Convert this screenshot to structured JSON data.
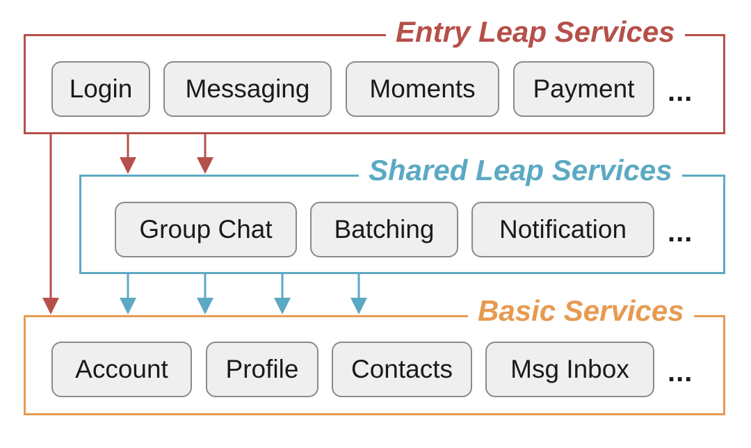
{
  "colors": {
    "entry": "#b5504a",
    "shared": "#5ca9c3",
    "basic": "#e79a50"
  },
  "entry": {
    "title": "Entry Leap Services",
    "services": [
      "Login",
      "Messaging",
      "Moments",
      "Payment"
    ],
    "more": "..."
  },
  "shared": {
    "title": "Shared Leap Services",
    "services": [
      "Group Chat",
      "Batching",
      "Notification"
    ],
    "more": "..."
  },
  "basic": {
    "title": "Basic Services",
    "services": [
      "Account",
      "Profile",
      "Contacts",
      "Msg Inbox"
    ],
    "more": "..."
  }
}
